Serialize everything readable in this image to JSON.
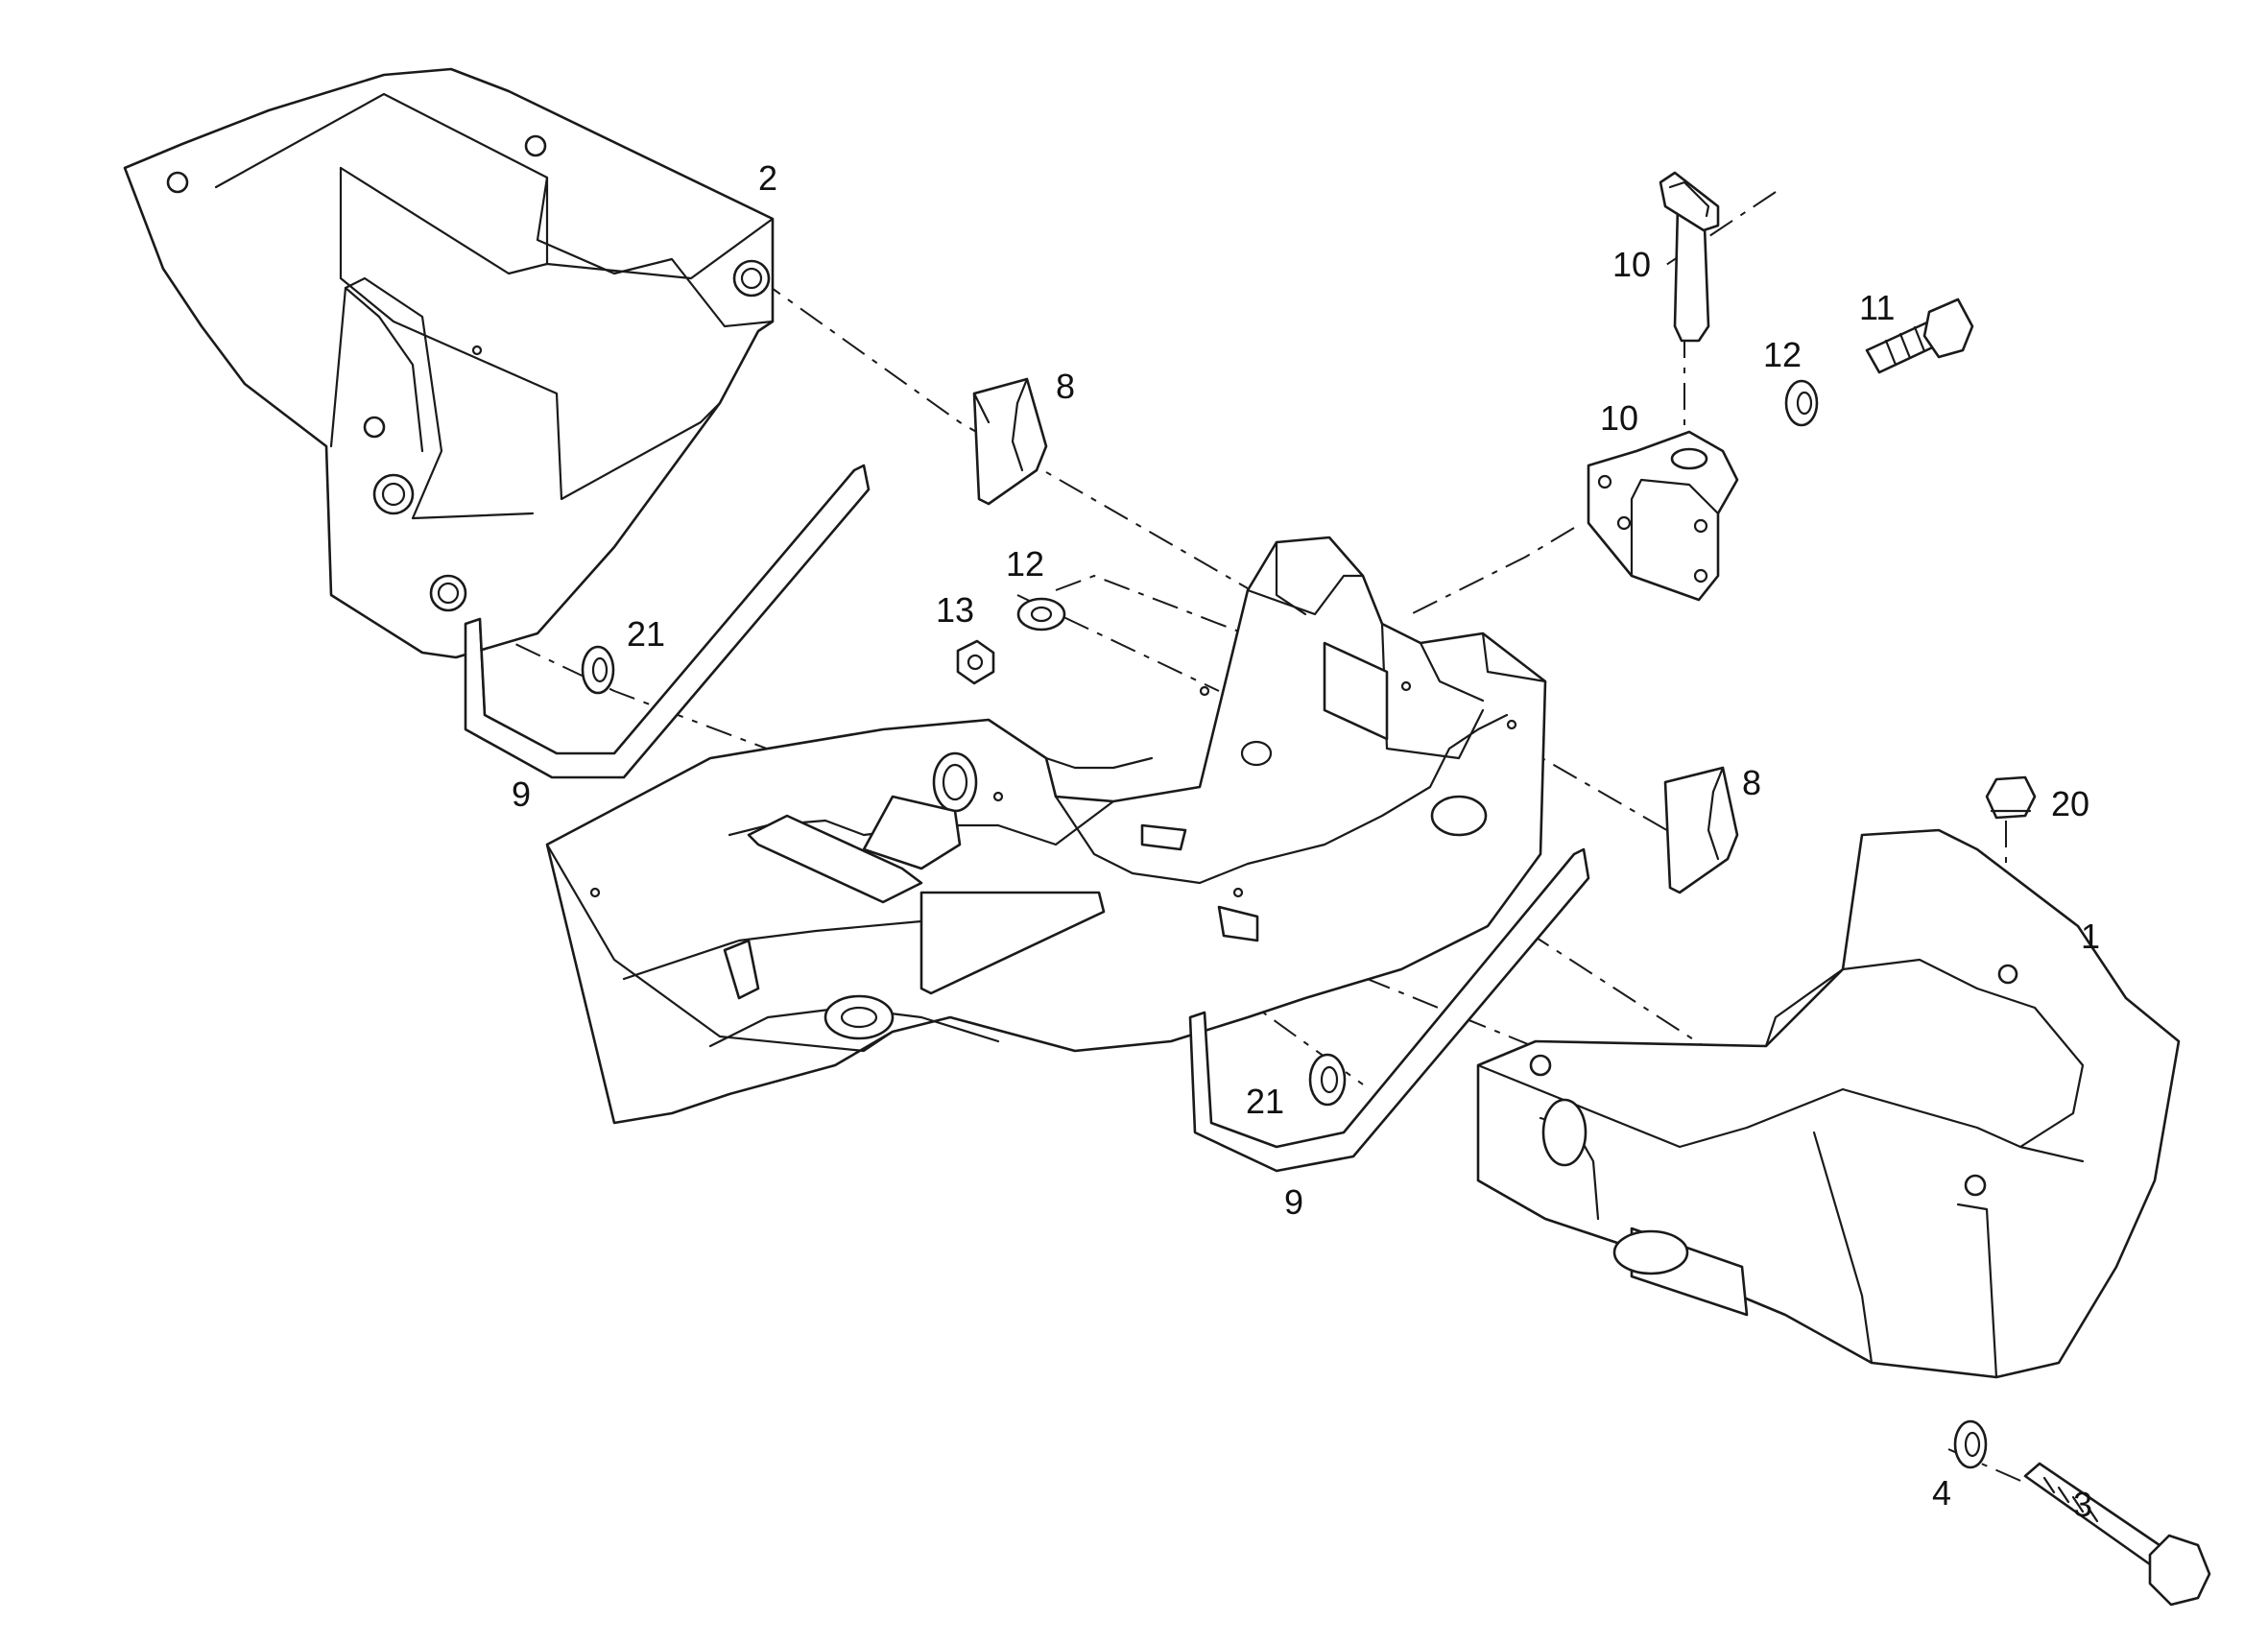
{
  "callouts": {
    "c1": "1",
    "c2": "2",
    "c3": "3",
    "c4": "4",
    "c8a": "8",
    "c8b": "8",
    "c9a": "9",
    "c9b": "9",
    "c10a": "10",
    "c10b": "10",
    "c11": "11",
    "c12a": "12",
    "c12b": "12",
    "c13": "13",
    "c20": "20",
    "c21a": "21",
    "c21b": "21"
  }
}
